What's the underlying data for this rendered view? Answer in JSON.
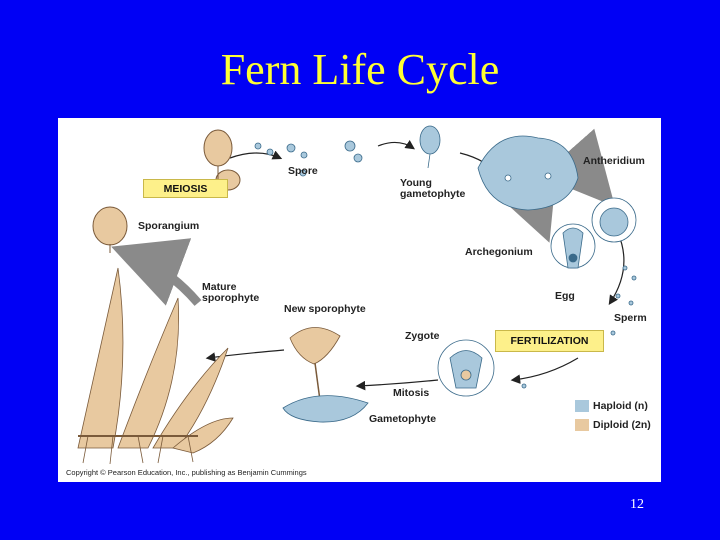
{
  "slide": {
    "title": "Fern Life Cycle",
    "page_number": "12"
  },
  "diagram": {
    "labels": {
      "meiosis": "MEIOSIS",
      "spore": "Spore",
      "young_gametophyte": "Young\ngametophyte",
      "antheridium": "Antheridium",
      "sporangium": "Sporangium",
      "archegonium": "Archegonium",
      "mature_sporophyte": "Mature\nsporophyte",
      "new_sporophyte": "New sporophyte",
      "egg": "Egg",
      "sperm": "Sperm",
      "zygote": "Zygote",
      "fertilization": "FERTILIZATION",
      "mitosis": "Mitosis",
      "gametophyte": "Gametophyte"
    },
    "legend": {
      "haploid": "Haploid (n)",
      "diploid": "Diploid (2n)",
      "haploid_color": "#a9c8dc",
      "diploid_color": "#e8c9a0"
    },
    "copyright": "Copyright © Pearson Education, Inc., publishing as Benjamin Cummings"
  }
}
